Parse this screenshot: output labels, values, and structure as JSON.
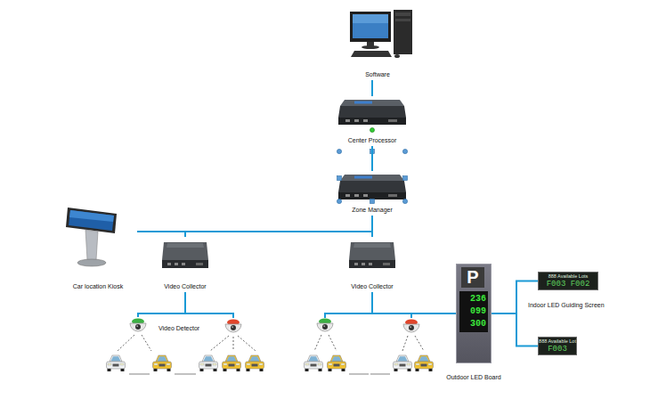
{
  "diagram": {
    "nodes": [
      {
        "text": [
          "Software"
        ]
      },
      {
        "text": [
          "Center Processor"
        ]
      },
      {
        "text": [
          "Zone Manager"
        ]
      },
      {
        "text": [
          "Car location Kiosk"
        ]
      },
      {
        "text": [
          "Video Collector"
        ]
      },
      {
        "text": [
          "Video Collector"
        ]
      },
      {
        "text": [
          "Video Detector"
        ]
      },
      {
        "text": [
          "P",
          "236",
          "099",
          "300",
          "Outdoor LED Board"
        ]
      },
      {
        "text": [
          "888 Available Lots",
          "F003 F002"
        ]
      },
      {
        "text": [
          "888 Available Lot",
          "F003"
        ]
      }
    ],
    "edges": [
      {
        "from": 0,
        "to": 1,
        "arrow": "none"
      },
      {
        "from": 1,
        "to": 2,
        "arrow": "none"
      },
      {
        "from": 2,
        "to": 3,
        "arrow": "none"
      },
      {
        "from": 2,
        "to": 4,
        "arrow": "none"
      },
      {
        "from": 2,
        "to": 5,
        "arrow": "none"
      },
      {
        "from": 4,
        "to": 6,
        "arrow": "none"
      },
      {
        "from": 5,
        "to": 7,
        "arrow": "none"
      },
      {
        "from": 7,
        "to": 8,
        "arrow": "none"
      },
      {
        "from": 7,
        "to": 9,
        "arrow": "none"
      }
    ],
    "labels": [
      "Indoor LED Guiding Screen"
    ]
  }
}
